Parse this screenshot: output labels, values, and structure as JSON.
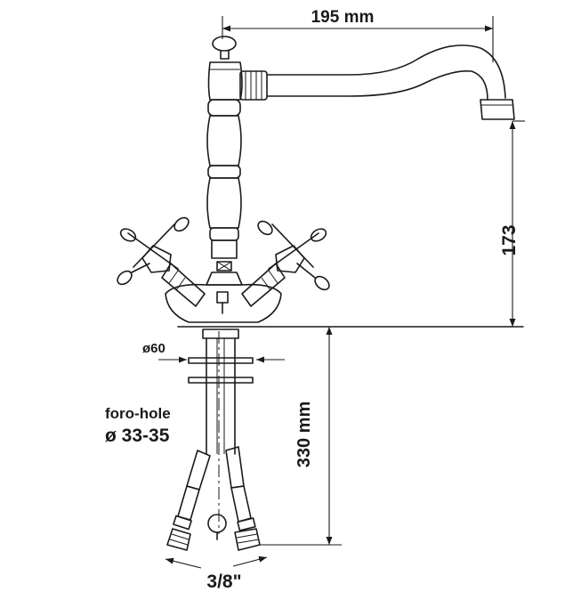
{
  "dimensions": {
    "spout_reach": "195 mm",
    "spout_height": "173",
    "bottom_diameter": "ø60",
    "hole_label": "foro-hole",
    "hole_size": "ø 33-35",
    "hose_length": "330 mm",
    "connection": "3/8\""
  }
}
